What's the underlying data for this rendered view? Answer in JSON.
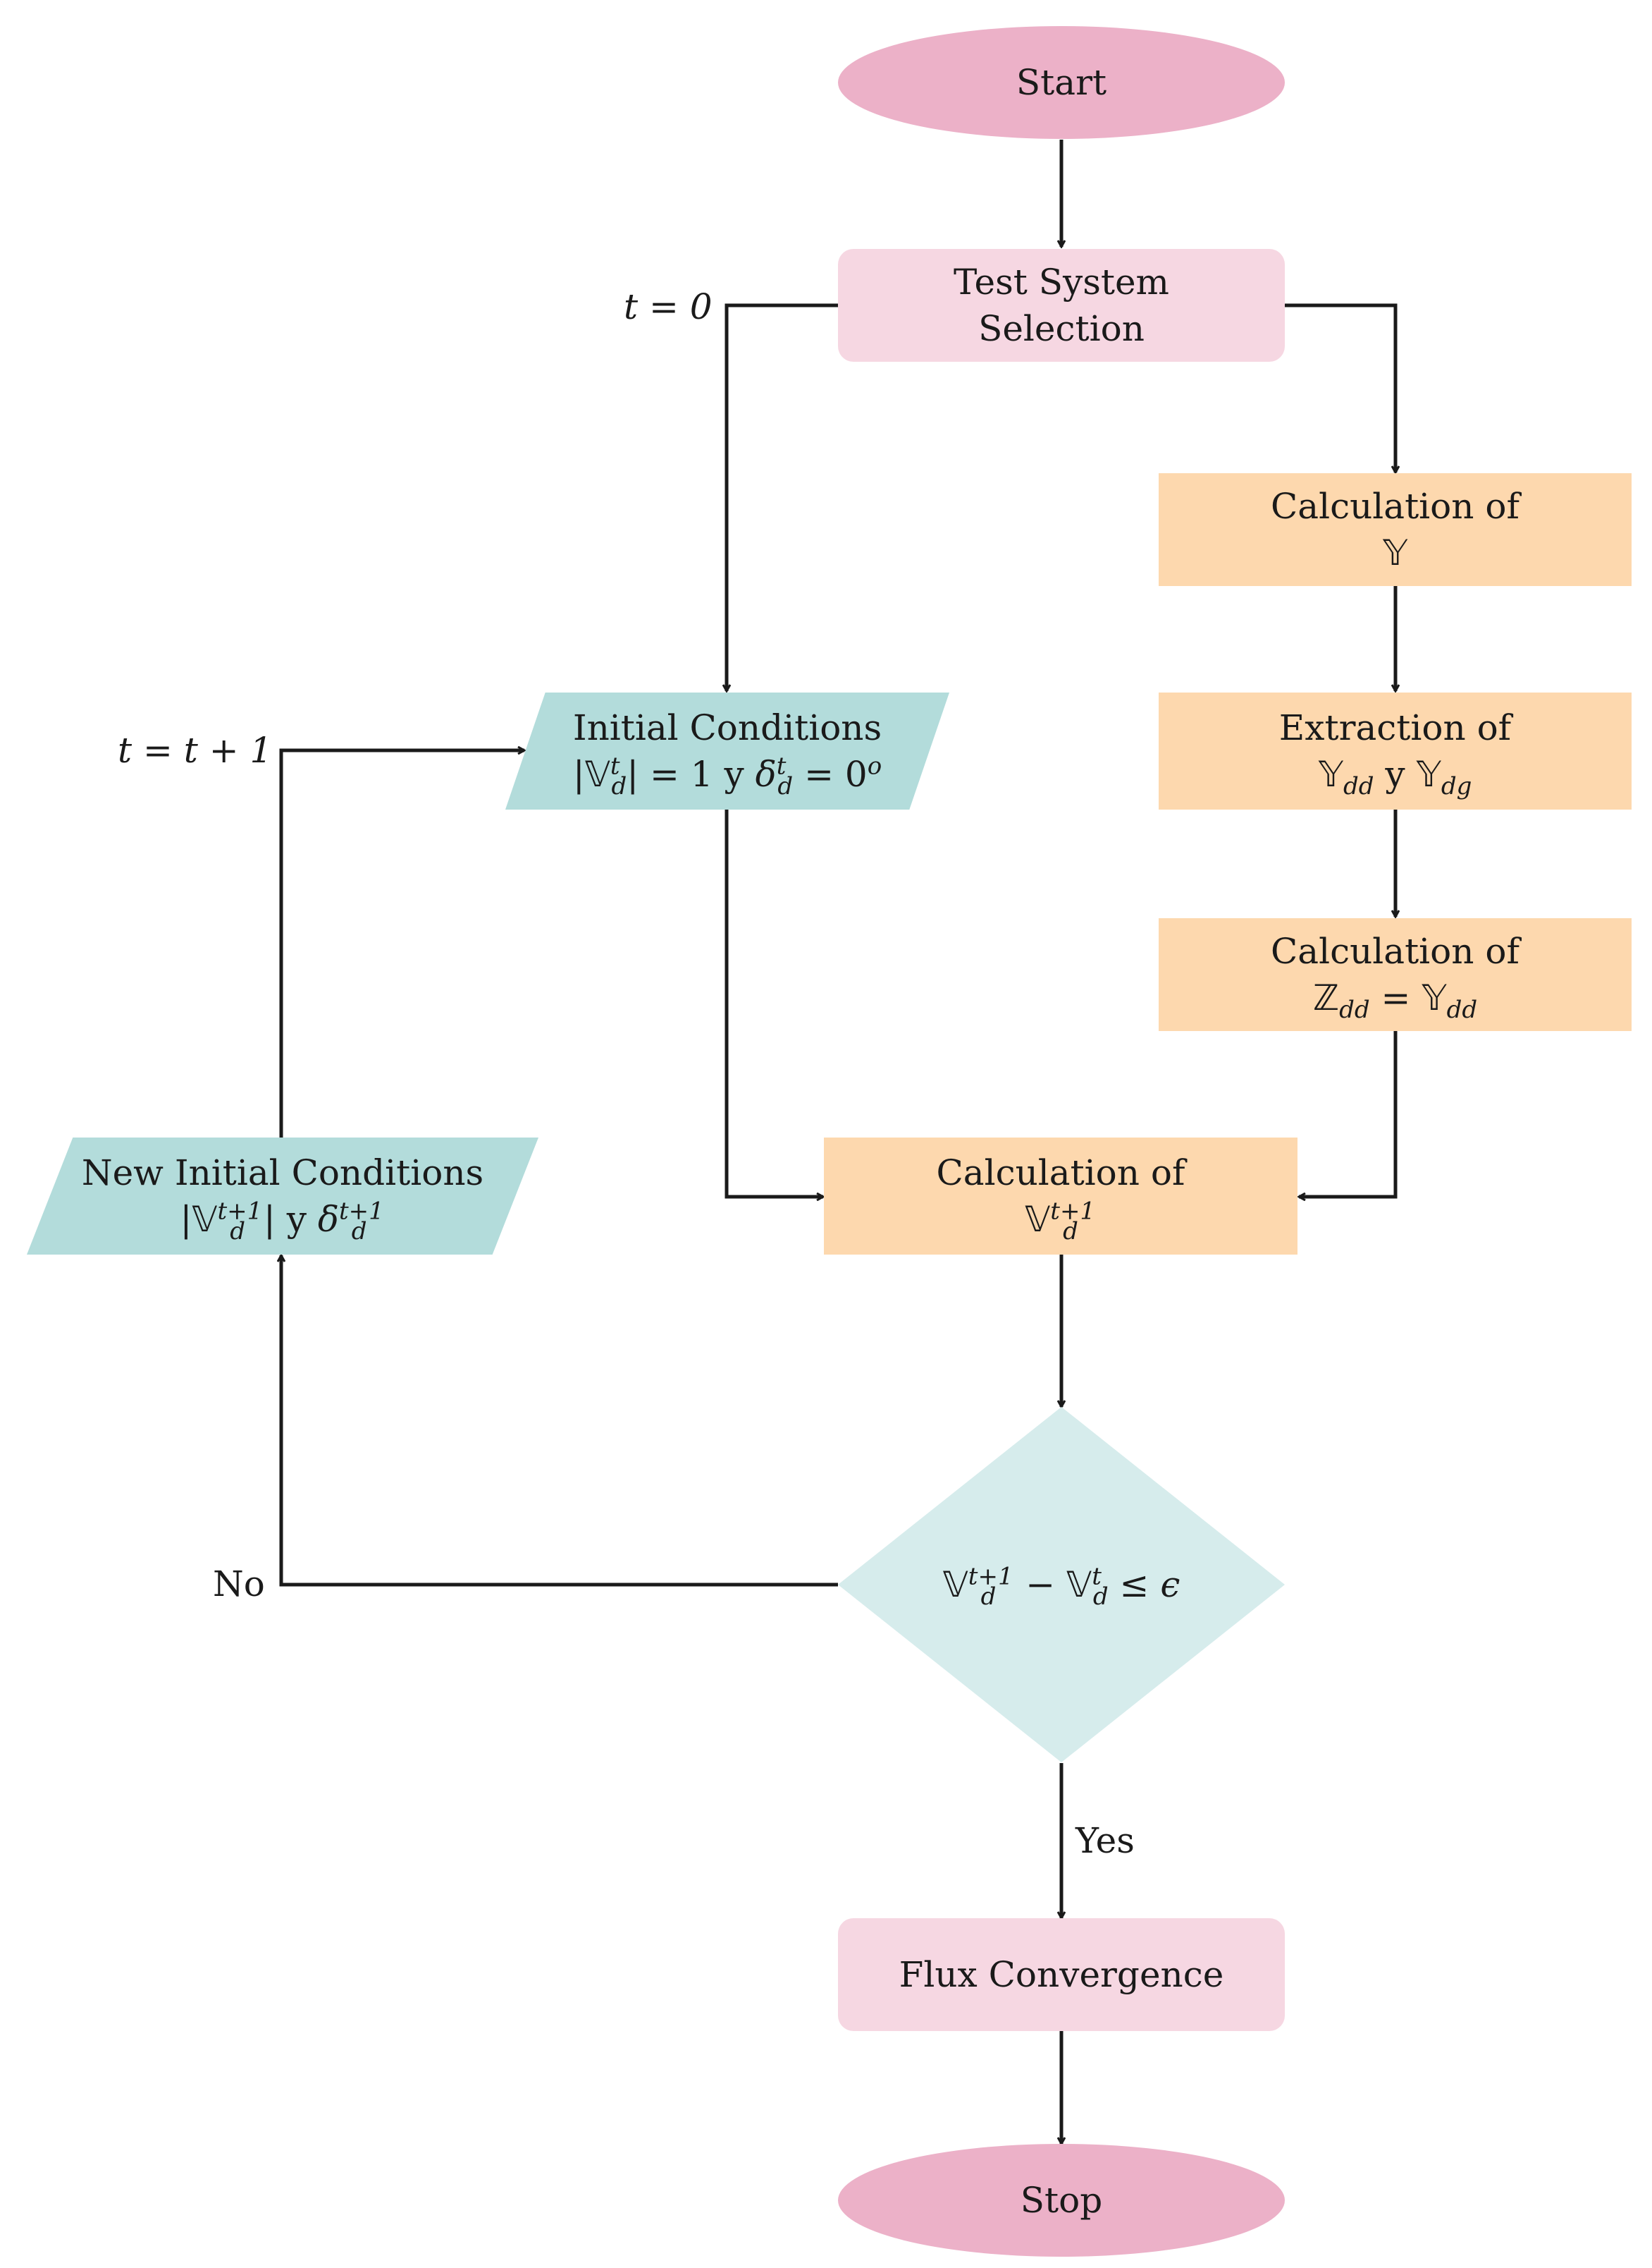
{
  "nodes": {
    "start": {
      "text": "Start"
    },
    "test_system": {
      "line1": "Test System",
      "line2": "Selection"
    },
    "calc_y": {
      "line1": "Calculation of",
      "line2": "𝕐"
    },
    "extract_y": {
      "line1": "Extraction of",
      "y1": "𝕐",
      "y1_sub": "dd",
      "conj": " y ",
      "y2": "𝕐",
      "y2_sub": "dg"
    },
    "calc_z": {
      "line1": "Calculation of",
      "z": "ℤ",
      "z_sub": "dd",
      "eq": " = ",
      "y": "𝕐",
      "y_sub": "dd"
    },
    "initial_conditions": {
      "line1": "Initial Conditions",
      "v": "𝕍",
      "v_sup": "t",
      "v_sub": "d",
      "mid": "| = 1 y ",
      "delta": "δ",
      "delta_sup": "t",
      "delta_sub": "d",
      "tail": " = 0",
      "tail_sup": "o"
    },
    "new_initial_conditions": {
      "line1": "New Initial Conditions",
      "v": "𝕍",
      "v_sup": "t+1",
      "v_sub": "d",
      "mid": "| y ",
      "delta": "δ",
      "delta_sup": "t+1",
      "delta_sub": "d"
    },
    "calc_v": {
      "line1": "Calculation of",
      "v": "𝕍",
      "v_sup": "t+1",
      "v_sub": "d"
    },
    "decision": {
      "v1": "𝕍",
      "v1_sup": "t+1",
      "v1_sub": "d",
      "minus": " − ",
      "v2": "𝕍",
      "v2_sup": "t",
      "v2_sub": "d",
      "leq": " ≤ ",
      "eps": "ϵ"
    },
    "flux": {
      "text": "Flux Convergence"
    },
    "stop": {
      "text": "Stop"
    }
  },
  "labels": {
    "t0": "t = 0",
    "t_increment": "t = t + 1",
    "no": "No",
    "yes": "Yes"
  }
}
